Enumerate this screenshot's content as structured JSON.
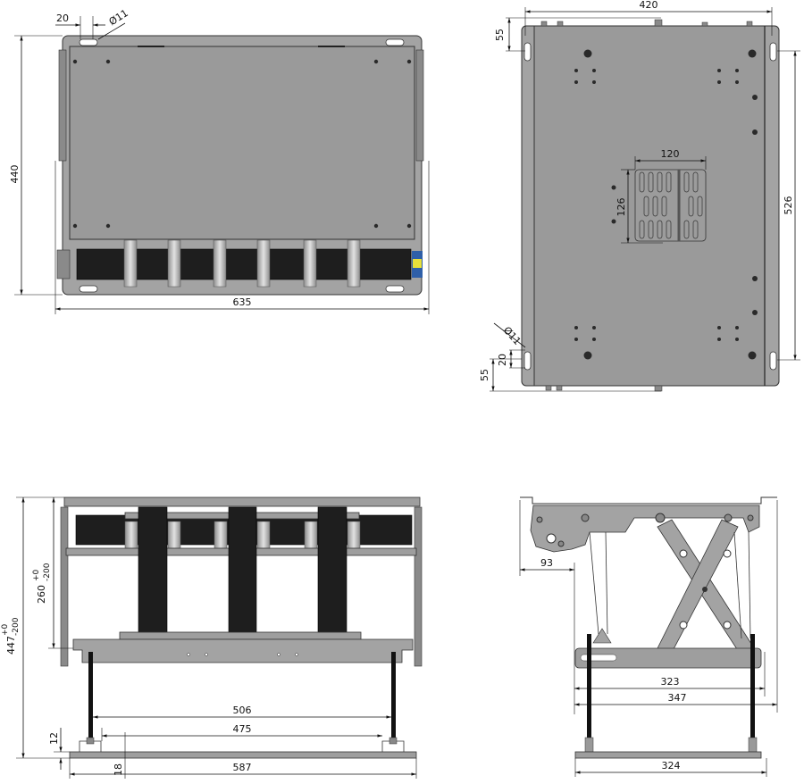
{
  "drawing": {
    "subject": "Motorized scissor-lift projector ceiling mount",
    "colors": {
      "plate": "#a3a3a3",
      "motor": "#1e1e1e",
      "band": "#bdbdbd",
      "line": "#111111",
      "connector_yellow": "#e8e03a",
      "connector_blue": "#2f5fa8"
    },
    "views": [
      {
        "id": "top-view",
        "dimensions": {
          "slot_offset": "20",
          "slot_diameter": "Ø11",
          "height": "440",
          "width": "635"
        }
      },
      {
        "id": "side-view-right",
        "dimensions": {
          "width": "420",
          "top_offset": "55",
          "slot_length": "526",
          "vent_width": "120",
          "vent_height": "126",
          "slot_diameter": "Ø11",
          "slot_offset": "20",
          "bottom_offset": "55"
        }
      },
      {
        "id": "front-elevation",
        "dimensions": {
          "total_height": "447",
          "total_height_tol_upper": "+0",
          "total_height_tol_lower": "-200",
          "frame_height": "260",
          "frame_height_tol_upper": "+0",
          "frame_height_tol_lower": "-200",
          "rod_spacing": "506",
          "bracket_spacing": "475",
          "plate_width": "587",
          "bracket_height": "12",
          "plate_offset": "18"
        }
      },
      {
        "id": "side-elevation",
        "dimensions": {
          "overhang": "93",
          "inner_width": "323",
          "outer_width": "347",
          "plate_width": "324"
        }
      }
    ]
  }
}
